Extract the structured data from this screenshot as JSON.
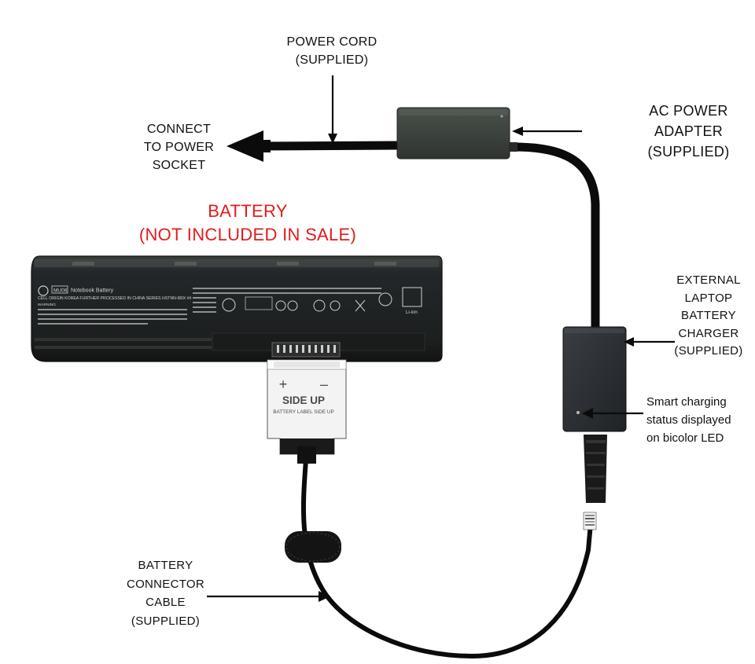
{
  "labels": {
    "power_cord": [
      "POWER CORD",
      "(SUPPLIED)"
    ],
    "connect_socket": [
      "CONNECT",
      "TO POWER",
      "SOCKET"
    ],
    "ac_adapter": [
      "AC POWER",
      "ADAPTER",
      "(SUPPLIED)"
    ],
    "battery_title": [
      "BATTERY",
      "(NOT INCLUDED IN SALE)"
    ],
    "external_charger": [
      "EXTERNAL",
      "LAPTOP",
      "BATTERY",
      "CHARGER",
      "(SUPPLIED)"
    ],
    "smart_charging": [
      "Smart charging",
      "status displayed",
      "on bicolor LED"
    ],
    "connector_cable": [
      "BATTERY",
      "CONNECTOR",
      "CABLE",
      "(SUPPLIED)"
    ]
  },
  "battery": {
    "model": "MU06",
    "product": "Notebook Battery",
    "origin_line": "CELL ORIGIN KOREA FURTHER PROCESSED IN CHINA  SERIES HSTNN-I80X  ##",
    "warning": "WARNING",
    "chemistry": "Li-ion"
  },
  "connector": {
    "plus": "+",
    "minus": "–",
    "side_up": "SIDE UP",
    "side_up_note": "BATTERY LABEL SIDE UP"
  },
  "colors": {
    "title_red": "#e31b1b",
    "battery_body": "#1f2320",
    "adapter_body": "#3a403a",
    "charger_body": "#2c2f33",
    "cable": "#0b0b0b"
  }
}
